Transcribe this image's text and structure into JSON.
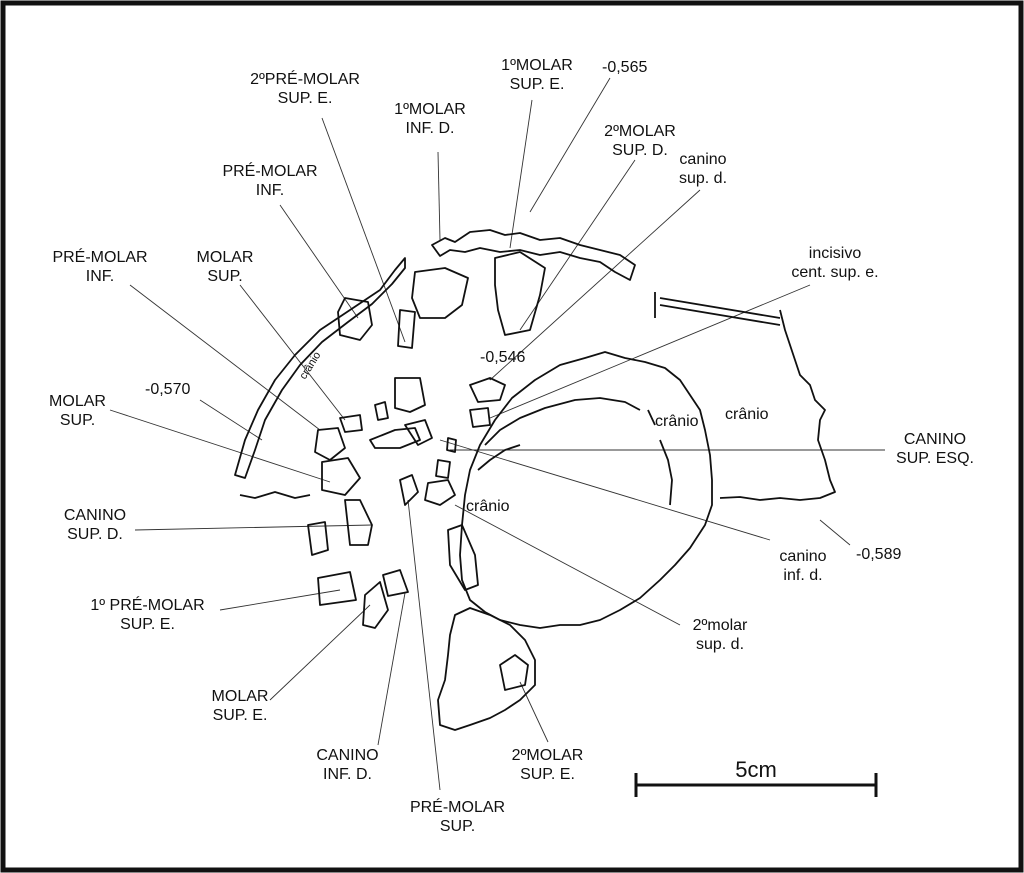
{
  "labels": {
    "pre_molar_2_sup_e": [
      "2ºPRÉ-MOLAR",
      "SUP. E."
    ],
    "molar_1_sup_e": [
      "1ºMOLAR",
      "SUP. E."
    ],
    "depth_0565": "-0,565",
    "molar_1_inf_d": [
      "1ºMOLAR",
      "INF. D."
    ],
    "molar_2_sup_d": [
      "2ºMOLAR",
      "SUP. D."
    ],
    "canino_sup_d_lower": [
      "canino",
      "sup. d."
    ],
    "pre_molar_inf_upper": [
      "PRÉ-MOLAR",
      "INF."
    ],
    "pre_molar_inf_left": [
      "PRÉ-MOLAR",
      "INF."
    ],
    "molar_sup_upper": [
      "MOLAR",
      "SUP."
    ],
    "incisivo": [
      "incisivo",
      "cent. sup. e."
    ],
    "depth_0546": "-0,546",
    "depth_0570": "-0,570",
    "molar_sup_left": [
      "MOLAR",
      "SUP."
    ],
    "canino_sup_esq": [
      "CANINO",
      "SUP. ESQ."
    ],
    "canino_sup_d": [
      "CANINO",
      "SUP. D."
    ],
    "canino_inf_d_lower": [
      "canino",
      "inf. d."
    ],
    "depth_0589": "-0,589",
    "pre_molar_1_sup_e": [
      "1º PRÉ-MOLAR",
      "SUP. E."
    ],
    "molar_2_sup_d_lower": [
      "2ºmolar",
      "sup. d."
    ],
    "molar_sup_e": [
      "MOLAR",
      "SUP. E."
    ],
    "canino_inf_d": [
      "CANINO",
      "INF. D."
    ],
    "molar_2_sup_e": [
      "2ºMOLAR",
      "SUP. E."
    ],
    "pre_molar_sup": [
      "PRÉ-MOLAR",
      "SUP."
    ],
    "cranio_1": "crânio",
    "cranio_2": "crânio",
    "cranio_3": "crânio",
    "cranio_skull_left": "crânio",
    "scale": "5cm"
  }
}
